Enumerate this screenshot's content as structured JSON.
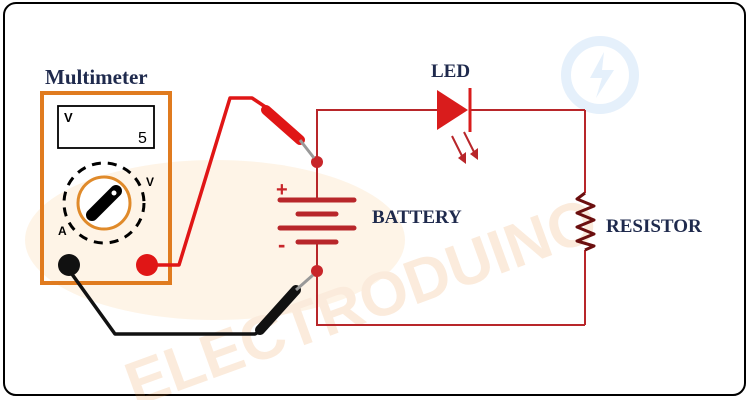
{
  "diagram": {
    "multimeter_label": "Multimeter",
    "display_unit": "V",
    "display_value": "5",
    "dial_label_v": "V",
    "dial_label_a": "A",
    "led_label": "LED",
    "battery_label": "BATTERY",
    "battery_plus": "+",
    "battery_minus": "-",
    "resistor_label": "RESISTOR"
  },
  "watermark": {
    "text": "ELECTRODUINO"
  },
  "colors": {
    "frame": "#000000",
    "circuit_wire": "#b8262a",
    "probe_red": "#e01616",
    "probe_black": "#111111",
    "meter_border": "#e07b1f",
    "label": "#1f2a4d",
    "led": "#d91c1c",
    "resistor": "#6b0f0f"
  }
}
